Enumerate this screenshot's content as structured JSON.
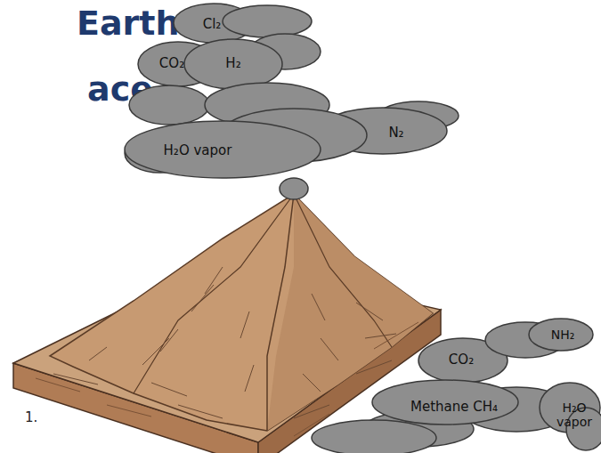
{
  "diagram": {
    "nodes": [
      {
        "text": [
          "Cl₂",
          "CO₂",
          "H₂",
          "H₂O vapor",
          "N₂"
        ]
      },
      {
        "text": [
          "CO₂",
          "NH₂",
          "Methane CH₄",
          "H₂O vapor"
        ]
      }
    ],
    "labels": [
      "Earth",
      "ace",
      "1."
    ]
  }
}
